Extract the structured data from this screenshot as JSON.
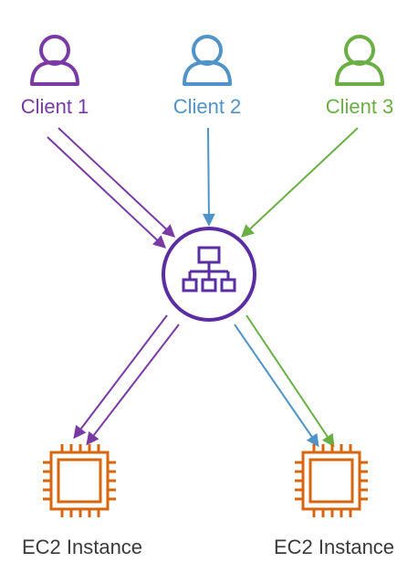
{
  "colors": {
    "client_1": "#7a3aa4",
    "client_2": "#4f93c8",
    "client_3": "#6aaf44",
    "load_balancer": "#5a2da3",
    "ec2": "#d8660f",
    "text_dark": "#3a3a3a"
  },
  "clients": [
    {
      "id": "client-1",
      "label": "Client 1",
      "icon": "user-icon"
    },
    {
      "id": "client-2",
      "label": "Client 2",
      "icon": "user-icon"
    },
    {
      "id": "client-3",
      "label": "Client 3",
      "icon": "user-icon"
    }
  ],
  "load_balancer": {
    "icon": "load-balancer-icon"
  },
  "instances": [
    {
      "id": "ec2-instance-1",
      "label": "EC2 Instance",
      "icon": "chip-icon"
    },
    {
      "id": "ec2-instance-2",
      "label": "EC2 Instance",
      "icon": "chip-icon"
    }
  ],
  "connections": [
    {
      "from": "client-1",
      "to": "load-balancer",
      "color": "client_1"
    },
    {
      "from": "client-1",
      "to": "load-balancer",
      "color": "client_1"
    },
    {
      "from": "client-2",
      "to": "load-balancer",
      "color": "client_2"
    },
    {
      "from": "client-3",
      "to": "load-balancer",
      "color": "client_3"
    },
    {
      "from": "load-balancer",
      "to": "ec2-instance-1",
      "color": "client_1"
    },
    {
      "from": "load-balancer",
      "to": "ec2-instance-1",
      "color": "client_1"
    },
    {
      "from": "load-balancer",
      "to": "ec2-instance-2",
      "color": "client_2"
    },
    {
      "from": "load-balancer",
      "to": "ec2-instance-2",
      "color": "client_3"
    }
  ]
}
